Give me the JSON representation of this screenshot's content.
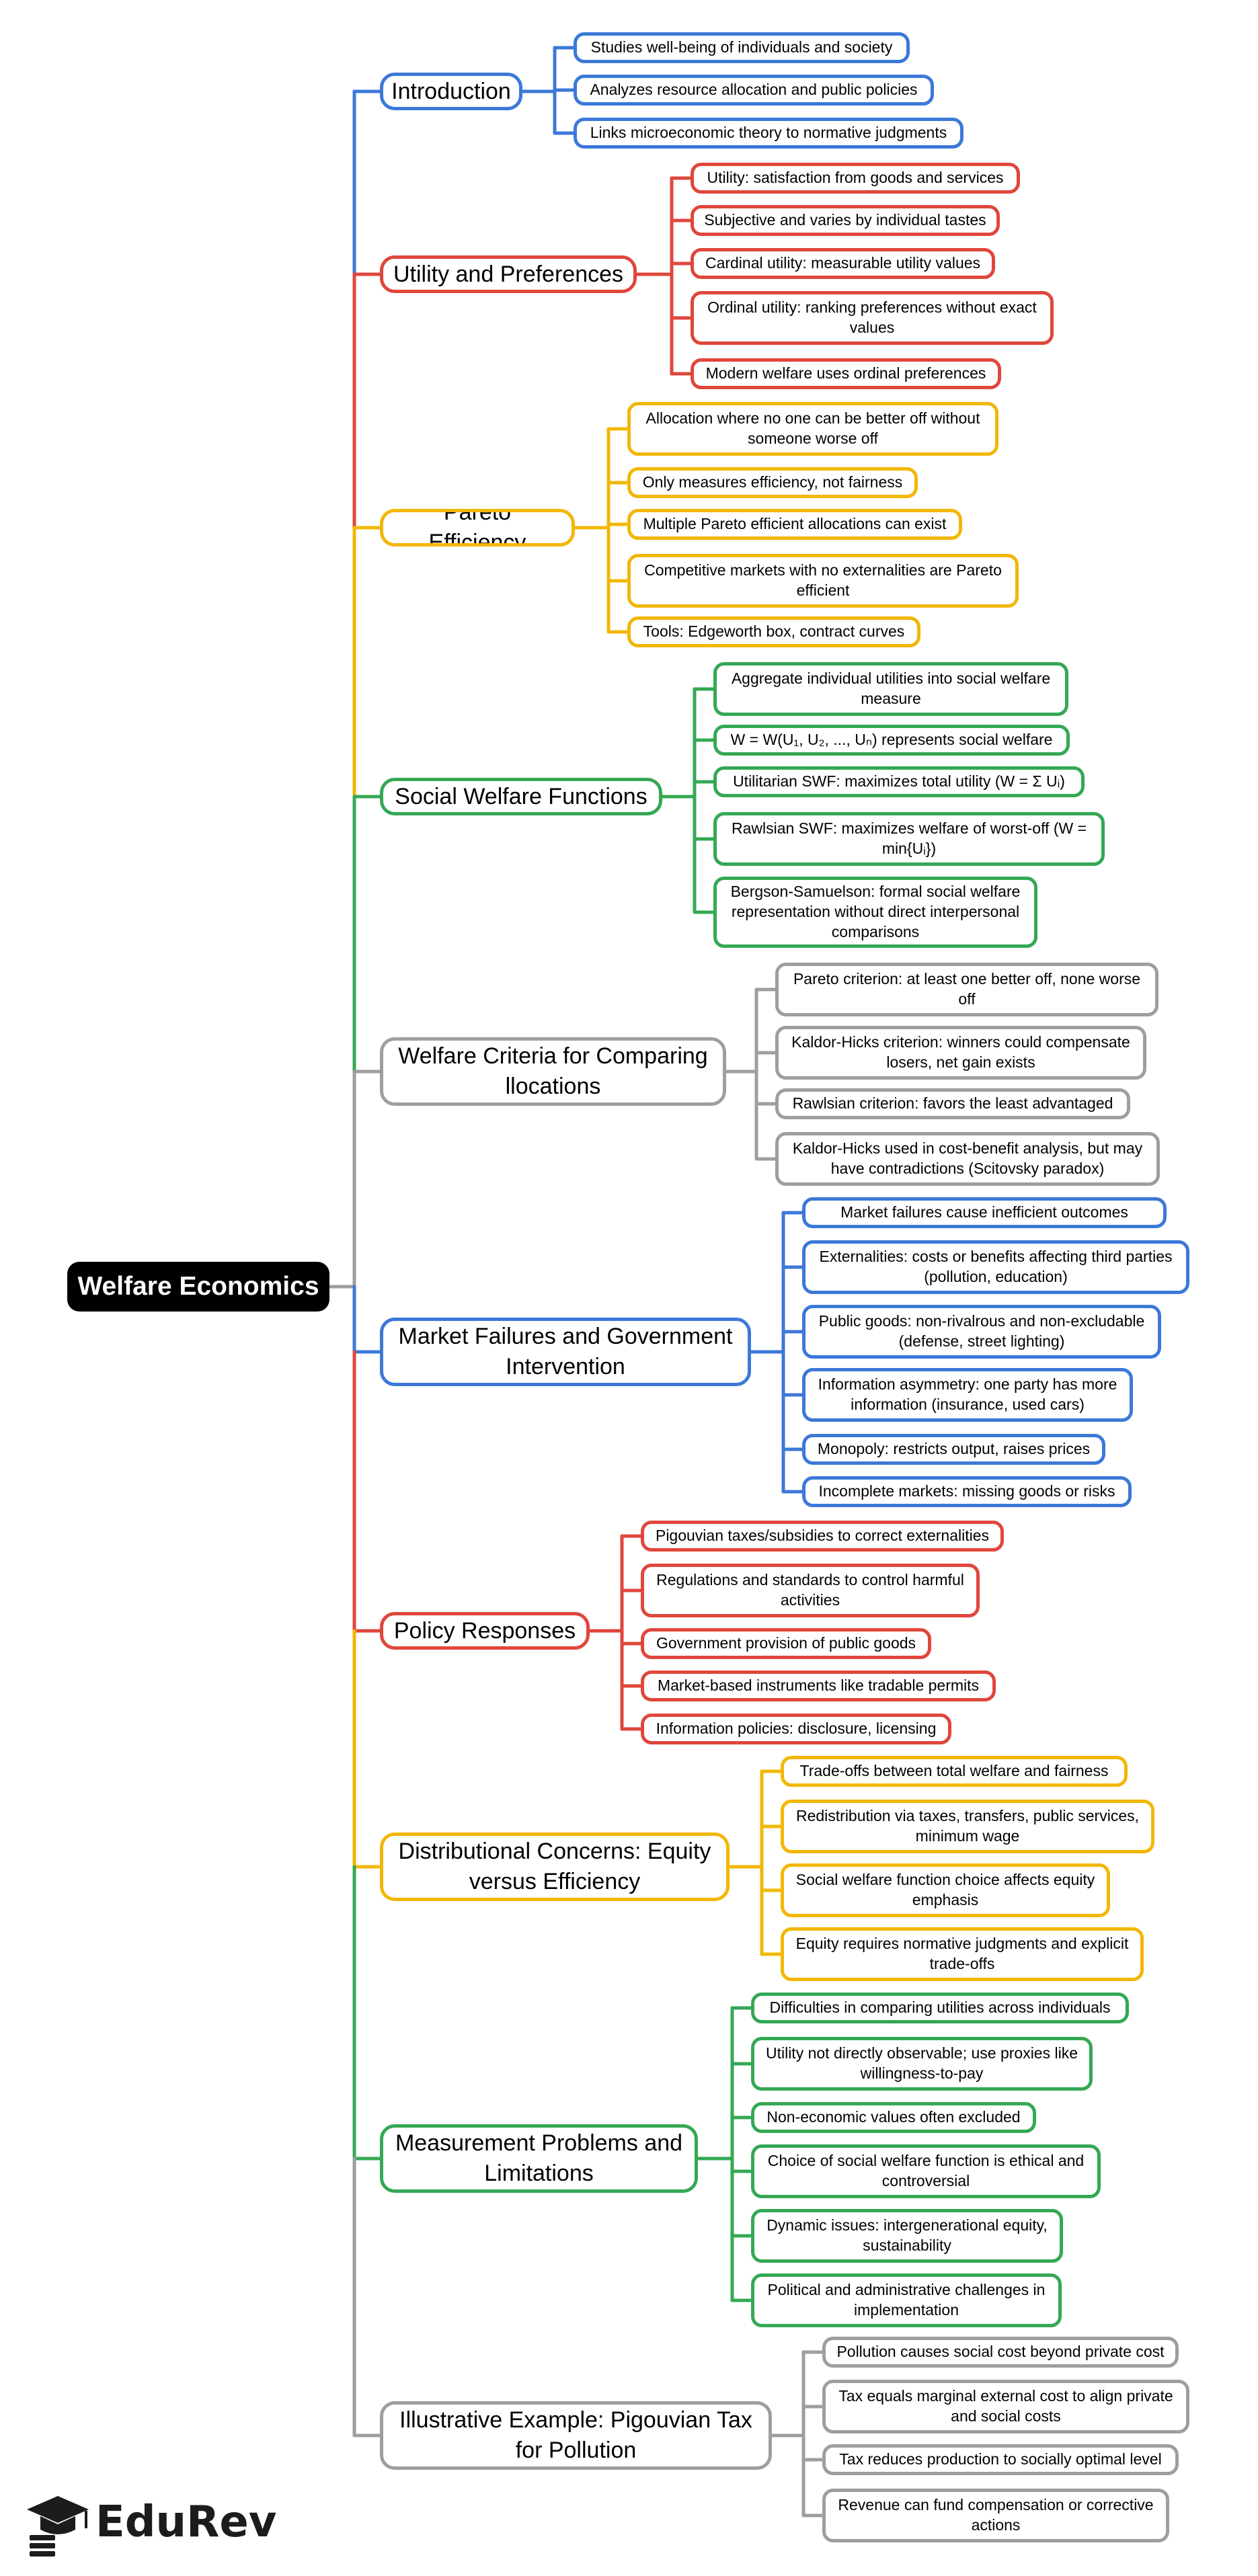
{
  "root": "Welfare Economics",
  "brand": "EduRev",
  "colors": {
    "blue": "#3c78d8",
    "red": "#e0463c",
    "yellow": "#f2b705",
    "green": "#34a853",
    "gray": "#9e9e9e"
  },
  "branches": [
    {
      "label": "Introduction",
      "color": "blue",
      "items": [
        "Studies well-being of individuals and society",
        "Analyzes resource allocation and public policies",
        "Links microeconomic theory to normative judgments"
      ]
    },
    {
      "label": "Utility and Preferences",
      "color": "red",
      "items": [
        "Utility: satisfaction from goods and services",
        "Subjective and varies by individual tastes",
        "Cardinal utility: measurable utility values",
        "Ordinal utility: ranking preferences without exact values",
        "Modern welfare uses ordinal preferences"
      ]
    },
    {
      "label": "Pareto Efficiency",
      "color": "yellow",
      "items": [
        "Allocation where no one can be better off without someone worse off",
        "Only measures efficiency, not fairness",
        "Multiple Pareto efficient allocations can exist",
        "Competitive markets with no externalities are Pareto efficient",
        "Tools: Edgeworth box, contract curves"
      ]
    },
    {
      "label": "Social Welfare Functions",
      "color": "green",
      "items": [
        "Aggregate individual utilities into social welfare measure",
        "W = W(U₁, U₂, ..., Uₙ) represents social welfare",
        "Utilitarian SWF: maximizes total utility (W = Σ Uᵢ)",
        "Rawlsian SWF: maximizes welfare of worst-off (W = min{Uᵢ})",
        "Bergson-Samuelson: formal social welfare representation without direct interpersonal comparisons"
      ]
    },
    {
      "label": "Welfare Criteria for Comparing llocations",
      "color": "gray",
      "items": [
        "Pareto criterion: at least one better off, none worse off",
        "Kaldor-Hicks criterion: winners could compensate losers, net gain exists",
        "Rawlsian criterion: favors the least advantaged",
        "Kaldor-Hicks used in cost-benefit analysis, but may have contradictions (Scitovsky paradox)"
      ]
    },
    {
      "label": "Market Failures and Government Intervention",
      "color": "blue",
      "items": [
        "Market failures cause inefficient outcomes",
        "Externalities: costs or benefits affecting third parties (pollution, education)",
        "Public goods: non-rivalrous and non-excludable (defense, street lighting)",
        "Information asymmetry: one party has more information (insurance, used cars)",
        "Monopoly: restricts output, raises prices",
        "Incomplete markets: missing goods or risks"
      ]
    },
    {
      "label": "Policy Responses",
      "color": "red",
      "items": [
        "Pigouvian taxes/subsidies to correct externalities",
        "Regulations and standards to control harmful activities",
        "Government provision of public goods",
        "Market-based instruments like tradable permits",
        "Information policies: disclosure, licensing"
      ]
    },
    {
      "label": "Distributional Concerns: Equity versus Efficiency",
      "color": "yellow",
      "items": [
        "Trade-offs between total welfare and fairness",
        "Redistribution via taxes, transfers, public services, minimum wage",
        "Social welfare function choice affects equity emphasis",
        "Equity requires normative judgments and explicit trade-offs"
      ]
    },
    {
      "label": "Measurement Problems and Limitations",
      "color": "green",
      "items": [
        "Difficulties in comparing utilities across individuals",
        "Utility not directly observable; use proxies like willingness-to-pay",
        "Non-economic values often excluded",
        "Choice of social welfare function is ethical and controversial",
        "Dynamic issues: intergenerational equity, sustainability",
        "Political and administrative challenges in implementation"
      ]
    },
    {
      "label": "Illustrative Example: Pigouvian Tax for Pollution",
      "color": "gray",
      "items": [
        "Pollution causes social cost beyond private cost",
        "Tax equals marginal external cost to align private and social costs",
        "Tax reduces production to socially optimal level",
        "Revenue can fund compensation or corrective actions"
      ]
    }
  ]
}
